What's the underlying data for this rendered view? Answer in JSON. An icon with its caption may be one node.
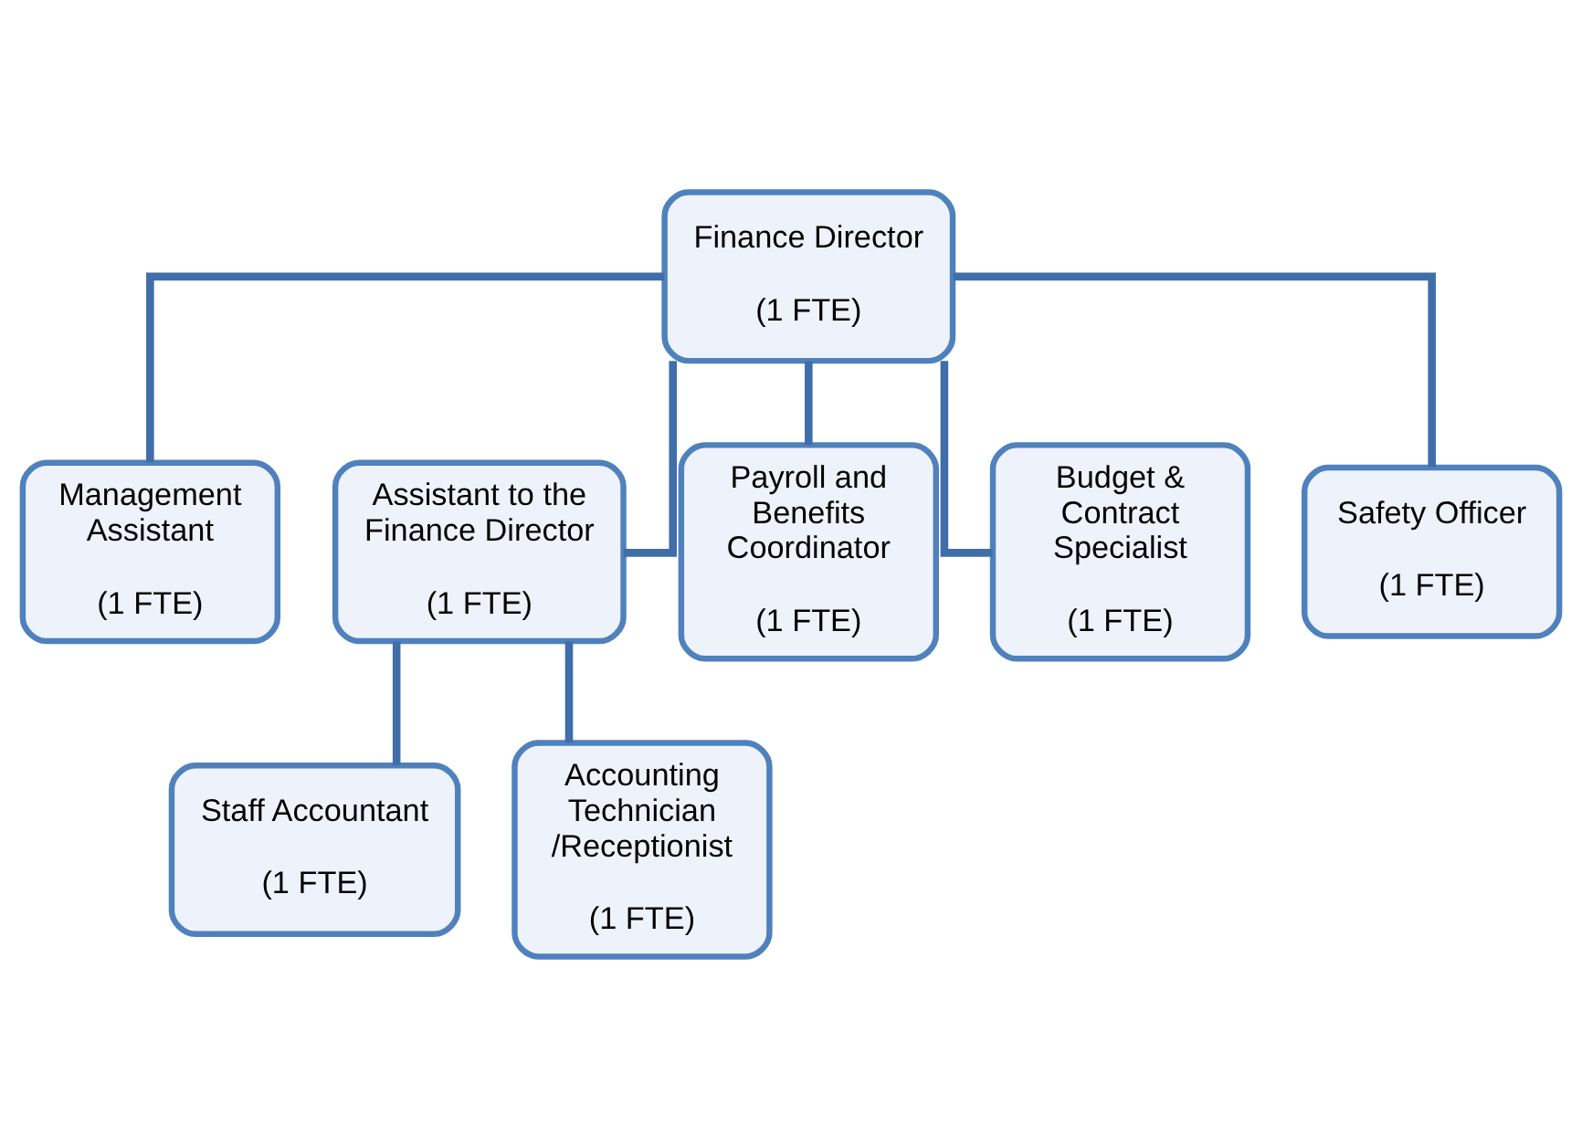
{
  "diagram": {
    "nodes": [
      {
        "text": [
          "Finance Director",
          "(1 FTE)"
        ]
      },
      {
        "text": [
          "Management Assistant",
          "(1 FTE)"
        ]
      },
      {
        "text": [
          "Assistant to the Finance Director",
          "(1 FTE)"
        ]
      },
      {
        "text": [
          "Payroll and Benefits Coordinator",
          "(1 FTE)"
        ]
      },
      {
        "text": [
          "Budget & Contract Specialist",
          "(1 FTE)"
        ]
      },
      {
        "text": [
          "Safety Officer",
          "(1 FTE)"
        ]
      },
      {
        "text": [
          "Staff Accountant",
          "(1 FTE)"
        ]
      },
      {
        "text": [
          "Accounting Technician /Receptionist",
          "(1 FTE)"
        ]
      }
    ],
    "edges": [
      {
        "from": 0,
        "to": 1,
        "arrow": "none"
      },
      {
        "from": 0,
        "to": 2,
        "arrow": "none"
      },
      {
        "from": 0,
        "to": 3,
        "arrow": "none"
      },
      {
        "from": 0,
        "to": 4,
        "arrow": "none"
      },
      {
        "from": 0,
        "to": 5,
        "arrow": "none"
      },
      {
        "from": 2,
        "to": 6,
        "arrow": "none"
      },
      {
        "from": 2,
        "to": 7,
        "arrow": "none"
      }
    ]
  }
}
